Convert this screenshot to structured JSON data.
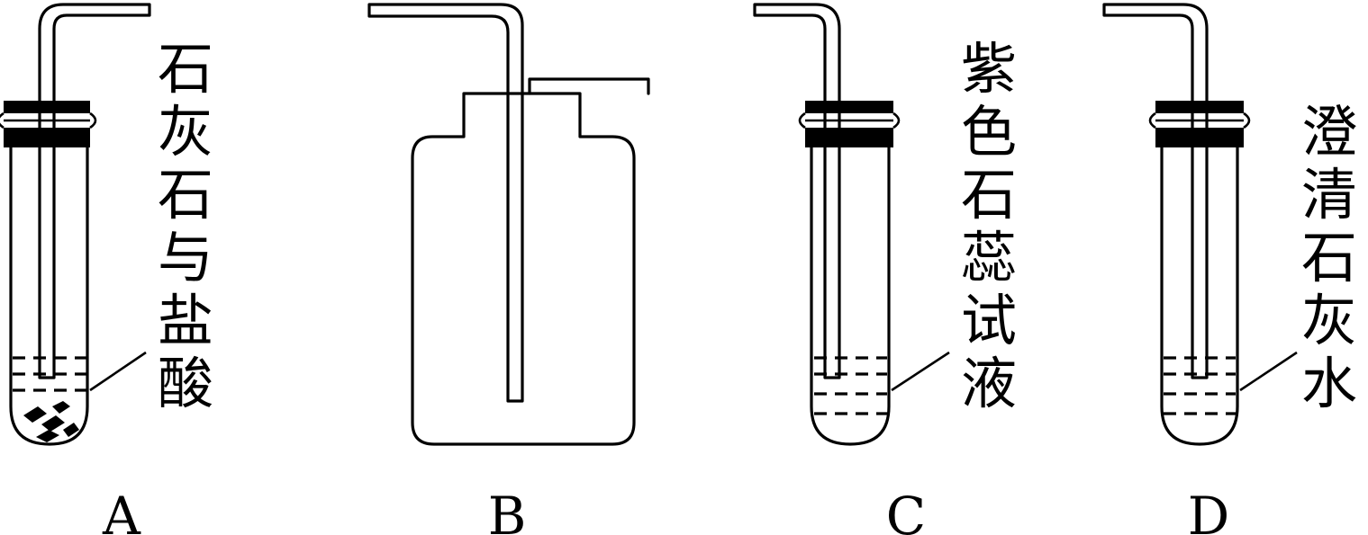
{
  "colors": {
    "ink": "#000000",
    "background": "#ffffff"
  },
  "apparatus": [
    {
      "id": "A",
      "letter": "A",
      "label_chars": [
        "石",
        "灰",
        "石",
        "与",
        "盐",
        "酸"
      ]
    },
    {
      "id": "B",
      "letter": "B",
      "label_chars": []
    },
    {
      "id": "C",
      "letter": "C",
      "label_chars": [
        "紫",
        "色",
        "石",
        "蕊",
        "试",
        "液"
      ]
    },
    {
      "id": "D",
      "letter": "D",
      "label_chars": [
        "澄",
        "清",
        "石",
        "灰",
        "水"
      ]
    }
  ]
}
